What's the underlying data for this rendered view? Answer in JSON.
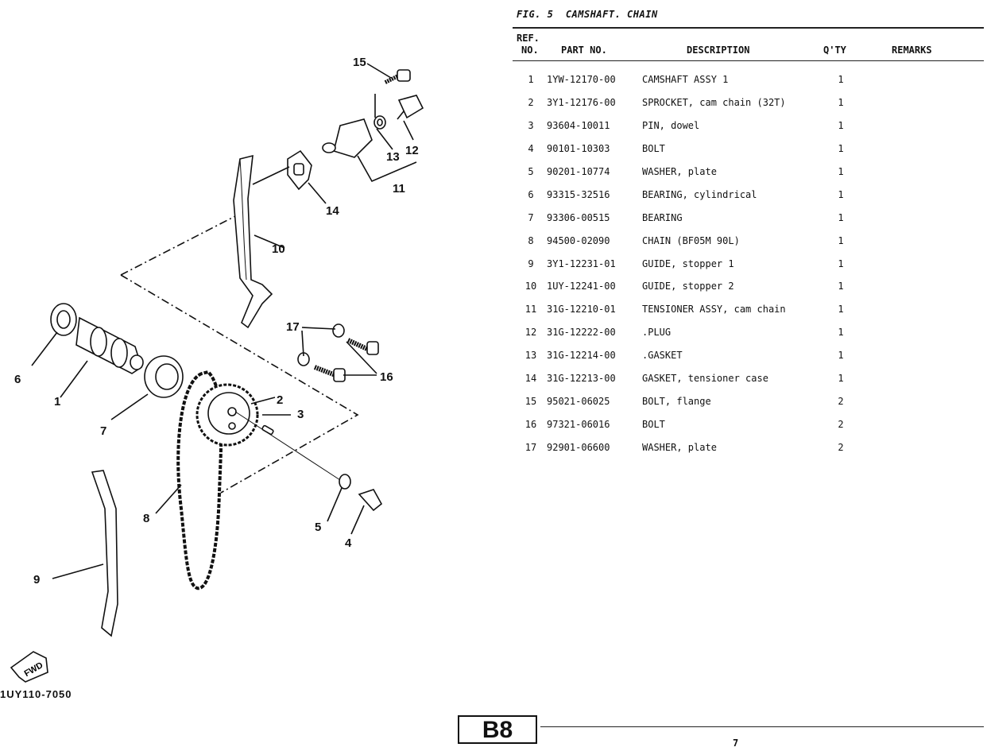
{
  "figure": {
    "number": "FIG. 5",
    "title": "CAMSHAFT. CHAIN"
  },
  "table": {
    "headers": {
      "ref_top": "REF.",
      "ref_bottom": "NO.",
      "part_no": "PART NO.",
      "description": "DESCRIPTION",
      "qty": "Q'TY",
      "remarks": "REMARKS"
    },
    "rows": [
      {
        "ref": "1",
        "part_no": "1YW-12170-00",
        "description": "CAMSHAFT ASSY 1",
        "qty": "1",
        "remarks": ""
      },
      {
        "ref": "2",
        "part_no": "3Y1-12176-00",
        "description": "SPROCKET, cam chain (32T)",
        "qty": "1",
        "remarks": ""
      },
      {
        "ref": "3",
        "part_no": "93604-10011",
        "description": "PIN, dowel",
        "qty": "1",
        "remarks": ""
      },
      {
        "ref": "4",
        "part_no": "90101-10303",
        "description": "BOLT",
        "qty": "1",
        "remarks": ""
      },
      {
        "ref": "5",
        "part_no": "90201-10774",
        "description": "WASHER, plate",
        "qty": "1",
        "remarks": ""
      },
      {
        "ref": "6",
        "part_no": "93315-32516",
        "description": "BEARING, cylindrical",
        "qty": "1",
        "remarks": ""
      },
      {
        "ref": "7",
        "part_no": "93306-00515",
        "description": "BEARING",
        "qty": "1",
        "remarks": ""
      },
      {
        "ref": "8",
        "part_no": "94500-02090",
        "description": "CHAIN (BF05M 90L)",
        "qty": "1",
        "remarks": ""
      },
      {
        "ref": "9",
        "part_no": "3Y1-12231-01",
        "description": "GUIDE, stopper 1",
        "qty": "1",
        "remarks": ""
      },
      {
        "ref": "10",
        "part_no": "1UY-12241-00",
        "description": "GUIDE, stopper 2",
        "qty": "1",
        "remarks": ""
      },
      {
        "ref": "11",
        "part_no": "31G-12210-01",
        "description": "TENSIONER ASSY, cam chain",
        "qty": "1",
        "remarks": ""
      },
      {
        "ref": "12",
        "part_no": "31G-12222-00",
        "description": ".PLUG",
        "qty": "1",
        "remarks": ""
      },
      {
        "ref": "13",
        "part_no": "31G-12214-00",
        "description": ".GASKET",
        "qty": "1",
        "remarks": ""
      },
      {
        "ref": "14",
        "part_no": "31G-12213-00",
        "description": "GASKET, tensioner case",
        "qty": "1",
        "remarks": ""
      },
      {
        "ref": "15",
        "part_no": "95021-06025",
        "description": "BOLT, flange",
        "qty": "2",
        "remarks": ""
      },
      {
        "ref": "16",
        "part_no": "97321-06016",
        "description": "BOLT",
        "qty": "2",
        "remarks": ""
      },
      {
        "ref": "17",
        "part_no": "92901-06600",
        "description": "WASHER, plate",
        "qty": "2",
        "remarks": ""
      }
    ]
  },
  "diagram": {
    "code": "1UY110-7050",
    "fwd": "FWD",
    "callouts": [
      "1",
      "2",
      "3",
      "4",
      "5",
      "6",
      "7",
      "8",
      "9",
      "10",
      "11",
      "12",
      "13",
      "14",
      "15",
      "16",
      "17"
    ]
  },
  "page": {
    "section": "B8",
    "number": "7"
  }
}
